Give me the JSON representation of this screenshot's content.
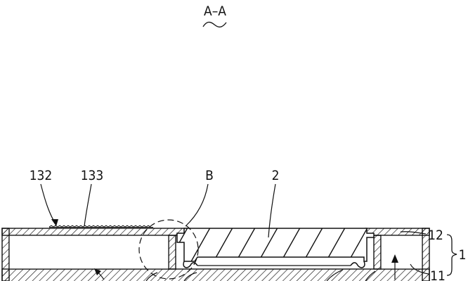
{
  "section_title": "A–A",
  "labels": {
    "l132": "132",
    "l133": "133",
    "lB": "B",
    "l2": "2",
    "l12": "12",
    "l11": "11",
    "l1": "1"
  },
  "colors": {
    "line": "#111111",
    "background": "#ffffff"
  }
}
